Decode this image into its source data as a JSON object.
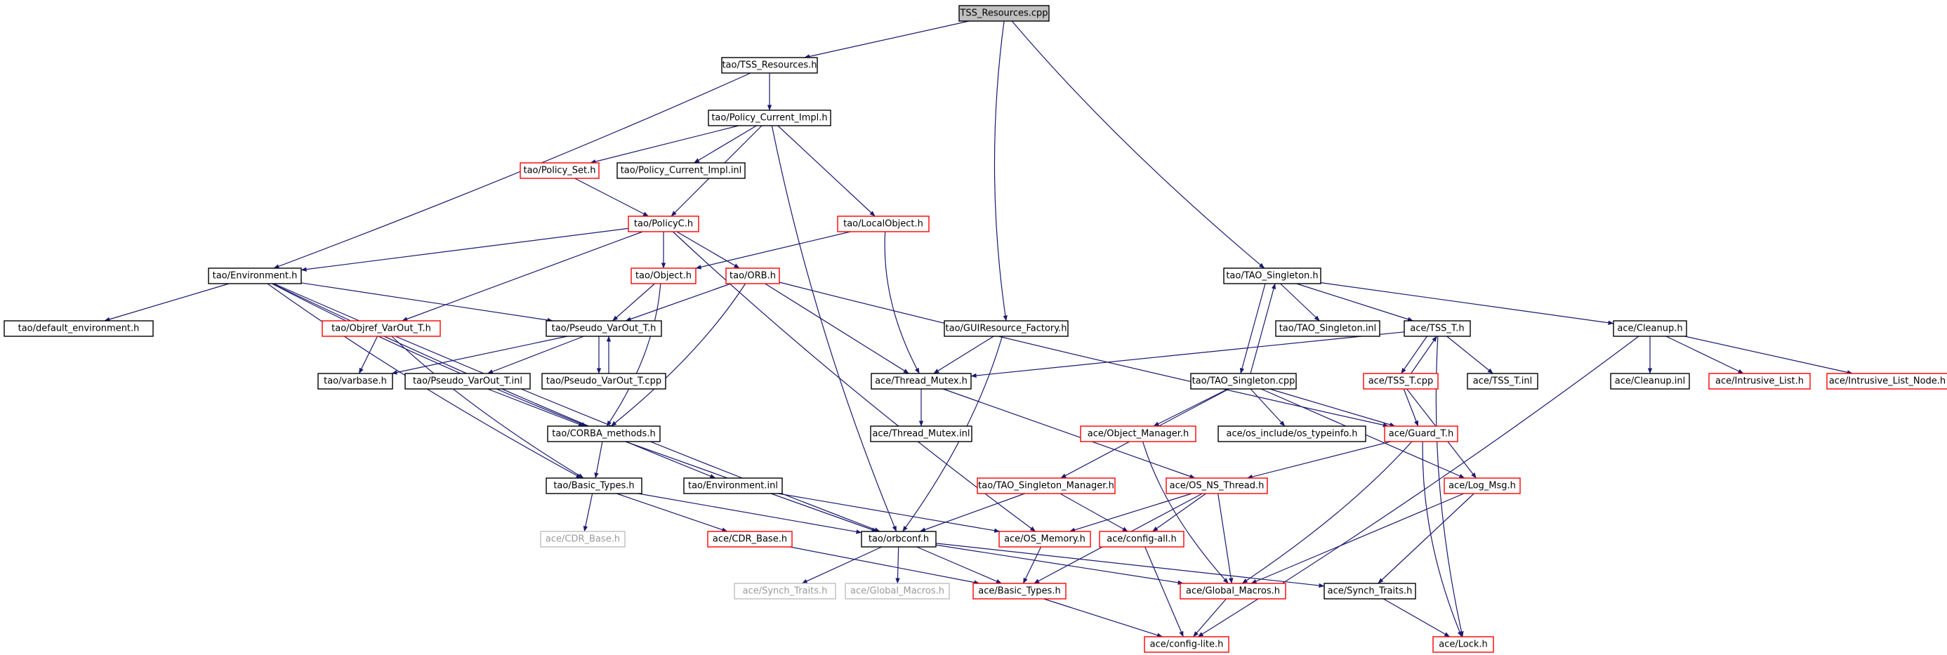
{
  "colors": {
    "edge": "#191970",
    "root_fill": "#c0c0c0",
    "root_border": "#000000",
    "normal_border": "#000000",
    "truncated_border": "#ff0000",
    "missing_border": "#bfbfbf",
    "missing_text": "#9a9a9a",
    "text": "#000000"
  },
  "nodes": [
    {
      "id": "tss_resources_cpp",
      "label": "TSS_Resources.cpp",
      "style": "root"
    },
    {
      "id": "tao_tss_resources_h",
      "label": "tao/TSS_Resources.h",
      "style": "normal"
    },
    {
      "id": "tao_policy_current_impl_h",
      "label": "tao/Policy_Current_Impl.h",
      "style": "normal"
    },
    {
      "id": "tao_policy_set_h",
      "label": "tao/Policy_Set.h",
      "style": "truncated"
    },
    {
      "id": "tao_policy_current_impl_inl",
      "label": "tao/Policy_Current_Impl.inl",
      "style": "normal"
    },
    {
      "id": "tao_policyc_h",
      "label": "tao/PolicyC.h",
      "style": "truncated"
    },
    {
      "id": "tao_localobject_h",
      "label": "tao/LocalObject.h",
      "style": "truncated"
    },
    {
      "id": "tao_environment_h",
      "label": "tao/Environment.h",
      "style": "normal"
    },
    {
      "id": "tao_object_h",
      "label": "tao/Object.h",
      "style": "truncated"
    },
    {
      "id": "tao_orb_h",
      "label": "tao/ORB.h",
      "style": "truncated"
    },
    {
      "id": "tao_default_environment_h",
      "label": "tao/default_environment.h",
      "style": "normal"
    },
    {
      "id": "tao_objref_varout_t_h",
      "label": "tao/Objref_VarOut_T.h",
      "style": "truncated"
    },
    {
      "id": "tao_pseudo_varout_t_h",
      "label": "tao/Pseudo_VarOut_T.h",
      "style": "normal"
    },
    {
      "id": "tao_varbase_h",
      "label": "tao/varbase.h",
      "style": "normal"
    },
    {
      "id": "tao_pseudo_varout_t_inl",
      "label": "tao/Pseudo_VarOut_T.inl",
      "style": "normal"
    },
    {
      "id": "tao_pseudo_varout_t_cpp",
      "label": "tao/Pseudo_VarOut_T.cpp",
      "style": "normal"
    },
    {
      "id": "tao_corba_methods_h",
      "label": "tao/CORBA_methods.h",
      "style": "normal"
    },
    {
      "id": "tao_basic_types_h",
      "label": "tao/Basic_Types.h",
      "style": "normal"
    },
    {
      "id": "tao_environment_inl",
      "label": "tao/Environment.inl",
      "style": "normal"
    },
    {
      "id": "ace_cdr_base_h_missing",
      "label": "ace/CDR_Base.h",
      "style": "missing"
    },
    {
      "id": "ace_cdr_base_h",
      "label": "ace/CDR_Base.h",
      "style": "truncated"
    },
    {
      "id": "tao_orbconf_h",
      "label": "tao/orbconf.h",
      "style": "normal"
    },
    {
      "id": "ace_synch_traits_h_missing",
      "label": "ace/Synch_Traits.h",
      "style": "missing"
    },
    {
      "id": "ace_global_macros_h_missing",
      "label": "ace/Global_Macros.h",
      "style": "missing"
    },
    {
      "id": "ace_basic_types_h",
      "label": "ace/Basic_Types.h",
      "style": "truncated"
    },
    {
      "id": "ace_os_memory_h",
      "label": "ace/OS_Memory.h",
      "style": "truncated"
    },
    {
      "id": "ace_config_all_h",
      "label": "ace/config-all.h",
      "style": "truncated"
    },
    {
      "id": "ace_global_macros_h",
      "label": "ace/Global_Macros.h",
      "style": "truncated"
    },
    {
      "id": "ace_synch_traits_h",
      "label": "ace/Synch_Traits.h",
      "style": "normal"
    },
    {
      "id": "ace_config_lite_h",
      "label": "ace/config-lite.h",
      "style": "truncated"
    },
    {
      "id": "ace_lock_h",
      "label": "ace/Lock.h",
      "style": "truncated"
    },
    {
      "id": "tao_guiresource_factory_h",
      "label": "tao/GUIResource_Factory.h",
      "style": "normal"
    },
    {
      "id": "ace_thread_mutex_h",
      "label": "ace/Thread_Mutex.h",
      "style": "normal"
    },
    {
      "id": "ace_thread_mutex_inl",
      "label": "ace/Thread_Mutex.inl",
      "style": "normal"
    },
    {
      "id": "tao_tao_singleton_h",
      "label": "tao/TAO_Singleton.h",
      "style": "normal"
    },
    {
      "id": "tao_tao_singleton_inl",
      "label": "tao/TAO_Singleton.inl",
      "style": "normal"
    },
    {
      "id": "ace_tss_t_h",
      "label": "ace/TSS_T.h",
      "style": "normal"
    },
    {
      "id": "ace_cleanup_h",
      "label": "ace/Cleanup.h",
      "style": "normal"
    },
    {
      "id": "ace_tss_t_cpp",
      "label": "ace/TSS_T.cpp",
      "style": "truncated"
    },
    {
      "id": "ace_tss_t_inl",
      "label": "ace/TSS_T.inl",
      "style": "normal"
    },
    {
      "id": "ace_cleanup_inl",
      "label": "ace/Cleanup.inl",
      "style": "normal"
    },
    {
      "id": "ace_intrusive_list_h",
      "label": "ace/Intrusive_List.h",
      "style": "truncated"
    },
    {
      "id": "ace_intrusive_list_node_h",
      "label": "ace/Intrusive_List_Node.h",
      "style": "truncated"
    },
    {
      "id": "tao_tao_singleton_cpp",
      "label": "tao/TAO_Singleton.cpp",
      "style": "normal"
    },
    {
      "id": "ace_object_manager_h",
      "label": "ace/Object_Manager.h",
      "style": "truncated"
    },
    {
      "id": "ace_os_include_os_typeinfo_h",
      "label": "ace/os_include/os_typeinfo.h",
      "style": "normal"
    },
    {
      "id": "ace_guard_t_h",
      "label": "ace/Guard_T.h",
      "style": "truncated"
    },
    {
      "id": "tao_tao_singleton_manager_h",
      "label": "tao/TAO_Singleton_Manager.h",
      "style": "truncated"
    },
    {
      "id": "ace_os_ns_thread_h",
      "label": "ace/OS_NS_Thread.h",
      "style": "truncated"
    },
    {
      "id": "ace_log_msg_h",
      "label": "ace/Log_Msg.h",
      "style": "truncated"
    }
  ],
  "edges": [
    [
      "tss_resources_cpp",
      "tao_tss_resources_h"
    ],
    [
      "tss_resources_cpp",
      "tao_guiresource_factory_h"
    ],
    [
      "tss_resources_cpp",
      "tao_tao_singleton_h"
    ],
    [
      "tao_tss_resources_h",
      "tao_policy_current_impl_h"
    ],
    [
      "tao_tss_resources_h",
      "tao_environment_h"
    ],
    [
      "tao_policy_current_impl_h",
      "tao_policy_set_h"
    ],
    [
      "tao_policy_current_impl_h",
      "tao_policy_current_impl_inl"
    ],
    [
      "tao_policy_current_impl_h",
      "tao_policyc_h"
    ],
    [
      "tao_policy_current_impl_h",
      "tao_localobject_h"
    ],
    [
      "tao_policy_current_impl_h",
      "tao_orbconf_h"
    ],
    [
      "tao_policy_set_h",
      "tao_policyc_h"
    ],
    [
      "tao_policyc_h",
      "tao_environment_h"
    ],
    [
      "tao_policyc_h",
      "tao_object_h"
    ],
    [
      "tao_policyc_h",
      "tao_orb_h"
    ],
    [
      "tao_policyc_h",
      "tao_objref_varout_t_h"
    ],
    [
      "tao_policyc_h",
      "ace_os_memory_h"
    ],
    [
      "tao_localobject_h",
      "tao_object_h"
    ],
    [
      "tao_localobject_h",
      "ace_thread_mutex_h"
    ],
    [
      "tao_environment_h",
      "tao_default_environment_h"
    ],
    [
      "tao_environment_h",
      "tao_pseudo_varout_t_h"
    ],
    [
      "tao_environment_h",
      "tao_corba_methods_h"
    ],
    [
      "tao_environment_h",
      "tao_environment_inl"
    ],
    [
      "tao_environment_h",
      "tao_basic_types_h"
    ],
    [
      "tao_environment_h",
      "tao_orbconf_h"
    ],
    [
      "tao_object_h",
      "tao_pseudo_varout_t_h"
    ],
    [
      "tao_object_h",
      "tao_corba_methods_h"
    ],
    [
      "tao_orb_h",
      "tao_pseudo_varout_t_h"
    ],
    [
      "tao_orb_h",
      "ace_thread_mutex_h"
    ],
    [
      "tao_orb_h",
      "tao_corba_methods_h"
    ],
    [
      "tao_orb_h",
      "ace_guard_t_h"
    ],
    [
      "tao_objref_varout_t_h",
      "tao_varbase_h"
    ],
    [
      "tao_objref_varout_t_h",
      "tao_basic_types_h"
    ],
    [
      "tao_pseudo_varout_t_h",
      "tao_varbase_h"
    ],
    [
      "tao_pseudo_varout_t_h",
      "tao_pseudo_varout_t_inl"
    ],
    [
      "tao_pseudo_varout_t_h",
      "tao_pseudo_varout_t_cpp"
    ],
    [
      "tao_pseudo_varout_t_cpp",
      "tao_pseudo_varout_t_h"
    ],
    [
      "tao_pseudo_varout_t_inl",
      "tao_corba_methods_h"
    ],
    [
      "tao_corba_methods_h",
      "tao_basic_types_h"
    ],
    [
      "tao_corba_methods_h",
      "tao_orbconf_h"
    ],
    [
      "tao_basic_types_h",
      "ace_cdr_base_h_missing"
    ],
    [
      "tao_basic_types_h",
      "ace_cdr_base_h"
    ],
    [
      "tao_basic_types_h",
      "tao_orbconf_h"
    ],
    [
      "tao_environment_inl",
      "ace_os_memory_h"
    ],
    [
      "ace_cdr_base_h",
      "ace_basic_types_h"
    ],
    [
      "tao_orbconf_h",
      "ace_synch_traits_h_missing"
    ],
    [
      "tao_orbconf_h",
      "ace_global_macros_h_missing"
    ],
    [
      "tao_orbconf_h",
      "ace_basic_types_h"
    ],
    [
      "tao_orbconf_h",
      "ace_global_macros_h"
    ],
    [
      "tao_orbconf_h",
      "ace_synch_traits_h"
    ],
    [
      "ace_os_memory_h",
      "ace_basic_types_h"
    ],
    [
      "ace_basic_types_h",
      "ace_config_lite_h"
    ],
    [
      "ace_config_all_h",
      "ace_config_lite_h"
    ],
    [
      "ace_global_macros_h",
      "ace_config_lite_h"
    ],
    [
      "ace_synch_traits_h",
      "ace_lock_h"
    ],
    [
      "tao_guiresource_factory_h",
      "ace_thread_mutex_h"
    ],
    [
      "tao_guiresource_factory_h",
      "tao_orbconf_h"
    ],
    [
      "ace_thread_mutex_h",
      "ace_thread_mutex_inl"
    ],
    [
      "ace_thread_mutex_h",
      "ace_os_ns_thread_h"
    ],
    [
      "tao_tao_singleton_h",
      "tao_tao_singleton_inl"
    ],
    [
      "tao_tao_singleton_h",
      "ace_tss_t_h"
    ],
    [
      "tao_tao_singleton_h",
      "ace_cleanup_h"
    ],
    [
      "tao_tao_singleton_h",
      "tao_tao_singleton_cpp"
    ],
    [
      "tao_tao_singleton_cpp",
      "tao_tao_singleton_h"
    ],
    [
      "ace_tss_t_h",
      "ace_thread_mutex_h"
    ],
    [
      "ace_tss_t_h",
      "ace_tss_t_cpp"
    ],
    [
      "ace_tss_t_h",
      "ace_tss_t_inl"
    ],
    [
      "ace_tss_t_h",
      "ace_lock_h"
    ],
    [
      "ace_tss_t_cpp",
      "ace_tss_t_h"
    ],
    [
      "ace_tss_t_cpp",
      "ace_guard_t_h"
    ],
    [
      "ace_tss_t_cpp",
      "ace_log_msg_h"
    ],
    [
      "ace_cleanup_h",
      "ace_cleanup_inl"
    ],
    [
      "ace_cleanup_h",
      "ace_intrusive_list_h"
    ],
    [
      "ace_cleanup_h",
      "ace_intrusive_list_node_h"
    ],
    [
      "ace_cleanup_h",
      "ace_config_lite_h"
    ],
    [
      "tao_tao_singleton_cpp",
      "ace_object_manager_h"
    ],
    [
      "tao_tao_singleton_cpp",
      "ace_os_include_os_typeinfo_h"
    ],
    [
      "tao_tao_singleton_cpp",
      "ace_guard_t_h"
    ],
    [
      "tao_tao_singleton_cpp",
      "tao_tao_singleton_manager_h"
    ],
    [
      "tao_tao_singleton_cpp",
      "ace_log_msg_h"
    ],
    [
      "ace_object_manager_h",
      "ace_global_macros_h"
    ],
    [
      "ace_guard_t_h",
      "ace_os_ns_thread_h"
    ],
    [
      "ace_guard_t_h",
      "ace_global_macros_h"
    ],
    [
      "ace_guard_t_h",
      "ace_lock_h"
    ],
    [
      "tao_tao_singleton_manager_h",
      "tao_orbconf_h"
    ],
    [
      "tao_tao_singleton_manager_h",
      "ace_config_all_h"
    ],
    [
      "ace_os_ns_thread_h",
      "ace_os_memory_h"
    ],
    [
      "ace_os_ns_thread_h",
      "ace_config_all_h"
    ],
    [
      "ace_os_ns_thread_h",
      "ace_global_macros_h"
    ],
    [
      "ace_os_ns_thread_h",
      "ace_basic_types_h"
    ],
    [
      "ace_log_msg_h",
      "ace_global_macros_h"
    ],
    [
      "ace_log_msg_h",
      "ace_synch_traits_h"
    ]
  ]
}
